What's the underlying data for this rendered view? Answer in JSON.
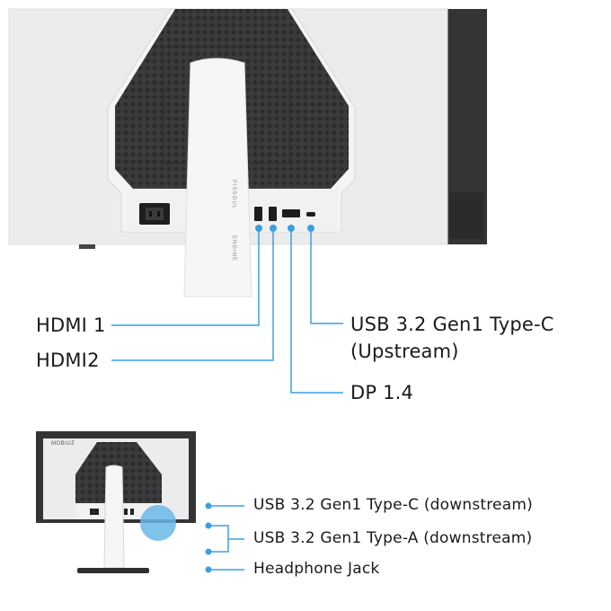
{
  "colors": {
    "accent_line": "#3aa0e0",
    "monitor_white": "#eceded",
    "back_panel_dark": "#3a3b3d",
    "frame_dark": "#333436",
    "highlight_circle": "#6ab8e8"
  },
  "main_view": {
    "stand_text_top": "PIXSOUL",
    "stand_text_bottom": "ENGINE",
    "callouts": {
      "hdmi1": "HDMI 1",
      "hdmi2": "HDMI2",
      "usb_c_upstream_line1": "USB 3.2 Gen1 Type-C",
      "usb_c_upstream_line2": "(Upstream)",
      "dp": "DP 1.4"
    }
  },
  "inset_view": {
    "brand": "MOBIUZ",
    "callouts": {
      "usb_c_downstream": "USB 3.2 Gen1 Type-C (downstream)",
      "usb_a_downstream": "USB 3.2 Gen1 Type-A (downstream)",
      "headphone": "Headphone Jack"
    }
  }
}
